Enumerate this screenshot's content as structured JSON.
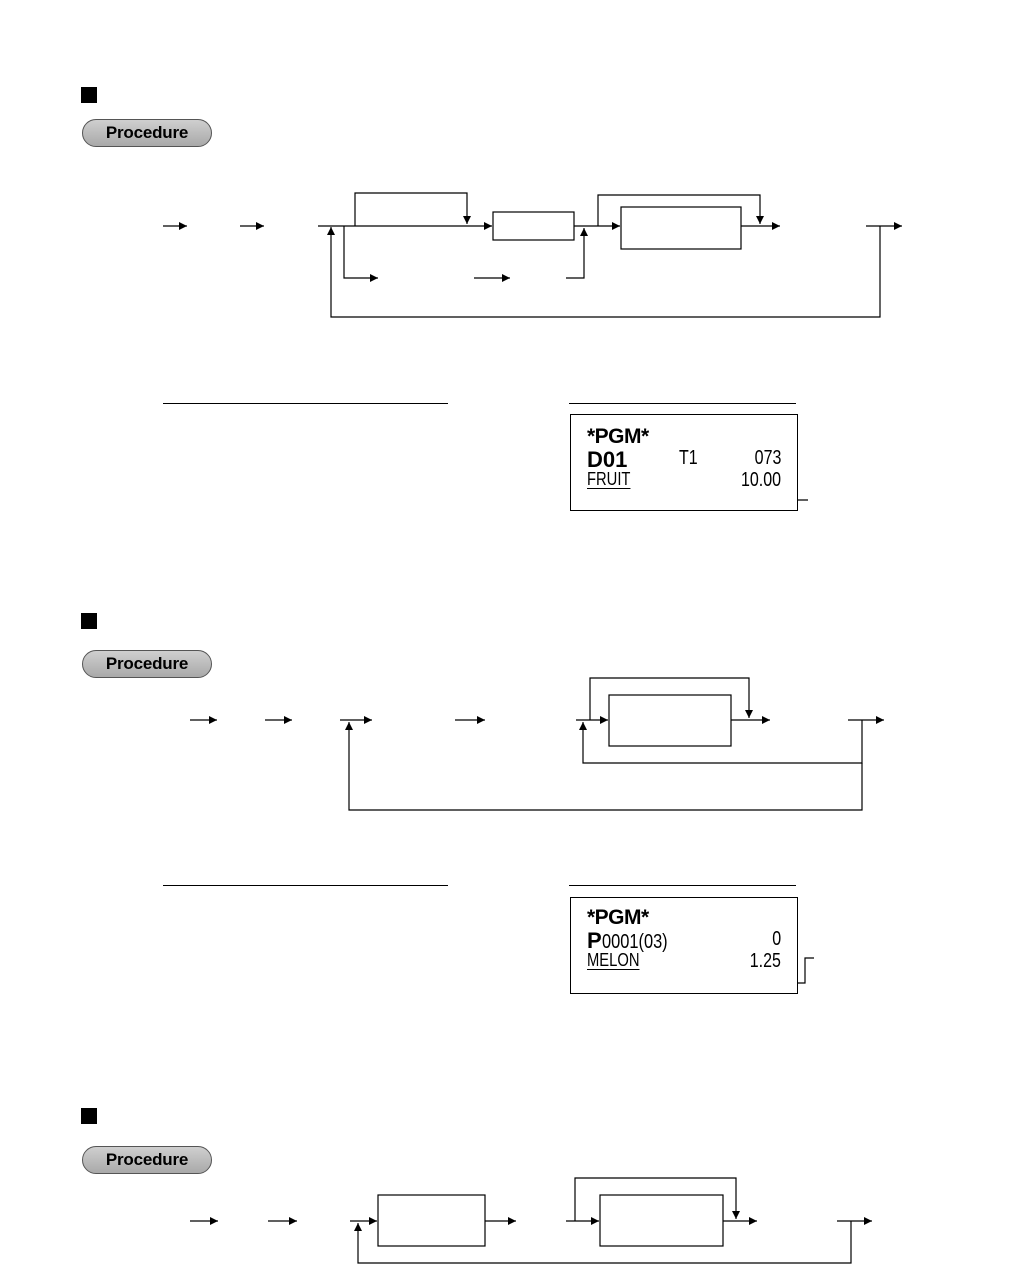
{
  "sections": [
    {
      "procedure_label": "Procedure"
    },
    {
      "procedure_label": "Procedure"
    },
    {
      "procedure_label": "Procedure"
    }
  ],
  "receipts": [
    {
      "header": "*PGM*",
      "code": "D01",
      "mid": "T1",
      "right": "073",
      "name": "FRUIT",
      "value": "10.00"
    },
    {
      "header": "*PGM*",
      "code_prefix": "P",
      "code_rest": "0001(03)",
      "right": "0",
      "name": "MELON",
      "value": "1.25"
    }
  ]
}
